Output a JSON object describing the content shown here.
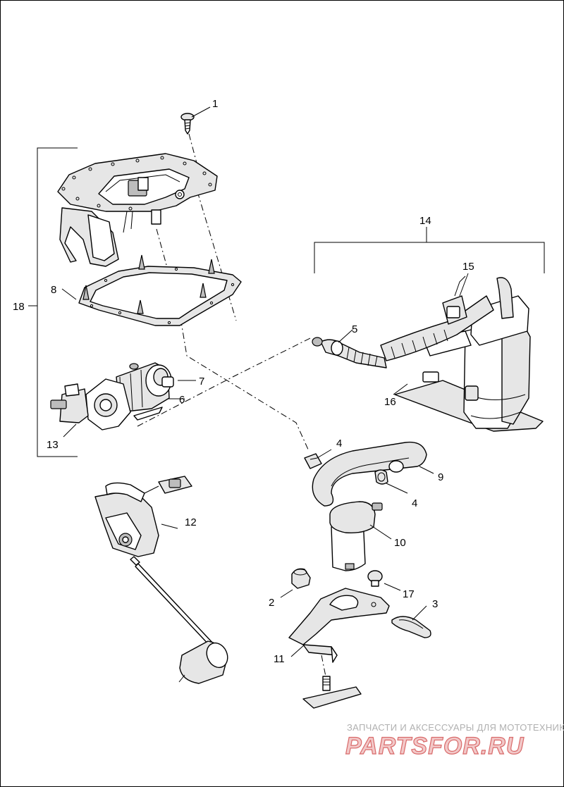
{
  "callouts": {
    "c1": "1",
    "c2": "2",
    "c3": "3",
    "c4a": "4",
    "c4b": "4",
    "c5": "5",
    "c6": "6",
    "c7": "7",
    "c8": "8",
    "c9": "9",
    "c10": "10",
    "c11": "11",
    "c12": "12",
    "c13": "13",
    "c14": "14",
    "c15": "15",
    "c16": "16",
    "c17": "17",
    "c18": "18"
  },
  "watermark": {
    "tagline": "ЗАПЧАСТИ И АКСЕССУАРЫ ДЛЯ МОТОТЕХНИКИ",
    "logo_text": "PARTSFOR.RU"
  },
  "colors": {
    "line": "#000000",
    "background": "#ffffff",
    "part_shade": "#e6e6e6",
    "watermark_red": "#d96a6a"
  }
}
